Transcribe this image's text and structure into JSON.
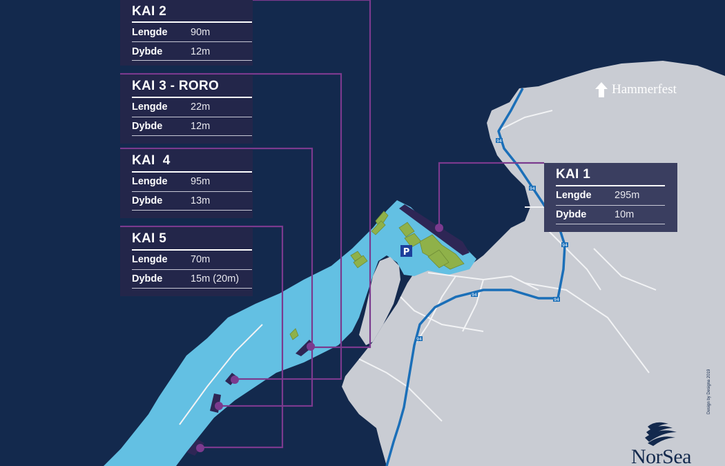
{
  "colors": {
    "sea": "#13294d",
    "land": "#c9ccd3",
    "harbour_water": "#63c0e3",
    "road": "#1b6fb8",
    "building": "#8fb149",
    "leader_line": "#7b3a8e",
    "panel": "#23264a",
    "panel_highlight": "#3a3e60"
  },
  "town": {
    "name": "Hammerfest",
    "arrow_icon": "arrow-up-icon"
  },
  "road_labels": [
    "94",
    "94",
    "94",
    "94",
    "94",
    "94"
  ],
  "parking": {
    "label": "P"
  },
  "berths": [
    {
      "title": "KAI 2",
      "rows": [
        {
          "key": "Lengde",
          "value": "90m"
        },
        {
          "key": "Dybde",
          "value": "12m"
        }
      ]
    },
    {
      "title": "KAI 3 - RORO",
      "rows": [
        {
          "key": "Lengde",
          "value": "22m"
        },
        {
          "key": "Dybde",
          "value": "12m"
        }
      ]
    },
    {
      "title": "KAI  4",
      "rows": [
        {
          "key": "Lengde",
          "value": "95m"
        },
        {
          "key": "Dybde",
          "value": "13m"
        }
      ]
    },
    {
      "title": "KAI 5",
      "rows": [
        {
          "key": "Lengde",
          "value": "70m"
        },
        {
          "key": "Dybde",
          "value": "15m (20m)"
        }
      ]
    },
    {
      "title": "KAI 1",
      "rows": [
        {
          "key": "Lengde",
          "value": "295m"
        },
        {
          "key": "Dybde",
          "value": "10m"
        }
      ]
    }
  ],
  "brand": {
    "name": "NorSea",
    "logo_icon": "norsea-wave-logo-icon"
  },
  "credit": "Design by Designa 2019"
}
